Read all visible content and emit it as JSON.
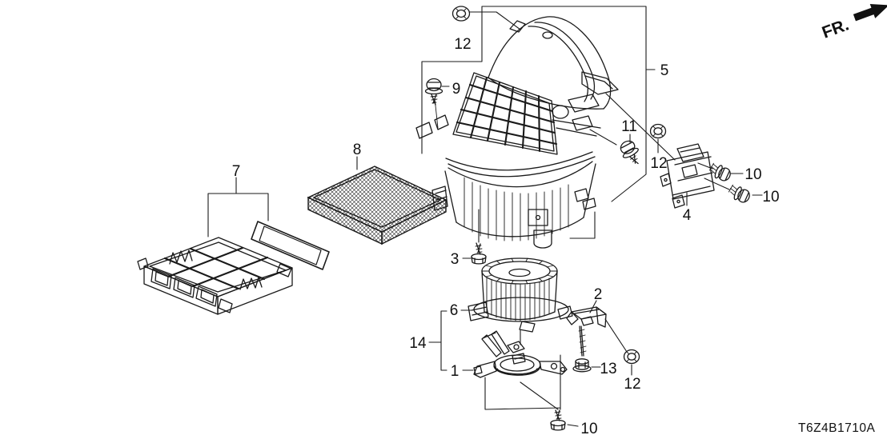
{
  "diagram": {
    "fr_label": "FR.",
    "part_code": "T6Z4B1710A",
    "callouts": [
      {
        "id": "12-top",
        "label": "12"
      },
      {
        "id": "9",
        "label": "9"
      },
      {
        "id": "5",
        "label": "5"
      },
      {
        "id": "11",
        "label": "11"
      },
      {
        "id": "12-mid",
        "label": "12"
      },
      {
        "id": "10-upper",
        "label": "10"
      },
      {
        "id": "10-mid",
        "label": "10"
      },
      {
        "id": "4",
        "label": "4"
      },
      {
        "id": "7",
        "label": "7"
      },
      {
        "id": "8",
        "label": "8"
      },
      {
        "id": "3",
        "label": "3"
      },
      {
        "id": "2",
        "label": "2"
      },
      {
        "id": "6",
        "label": "6"
      },
      {
        "id": "14",
        "label": "14"
      },
      {
        "id": "1",
        "label": "1"
      },
      {
        "id": "13",
        "label": "13"
      },
      {
        "id": "12-bottom",
        "label": "12"
      },
      {
        "id": "10-bottom",
        "label": "10"
      }
    ]
  }
}
